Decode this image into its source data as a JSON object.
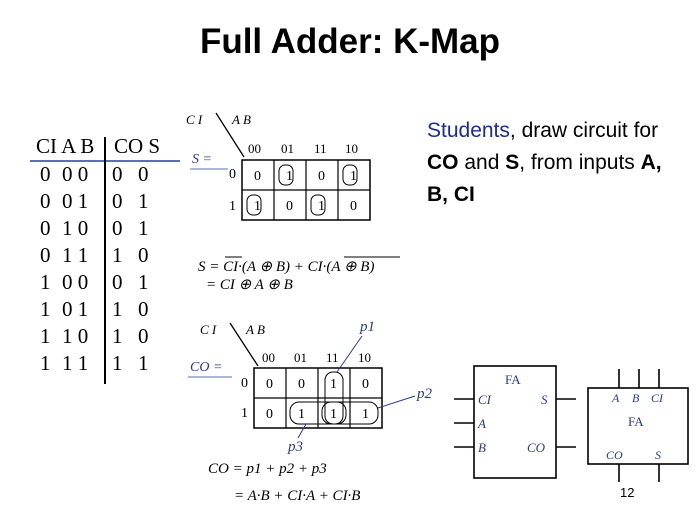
{
  "slide": {
    "title": "Full Adder: K-Map",
    "page_number": "12"
  },
  "truth_table": {
    "header_inputs": "CI A B",
    "header_outputs": "CO S",
    "rows": [
      {
        "ci": "0",
        "ab": "0 0",
        "co": "0",
        "s": "0"
      },
      {
        "ci": "0",
        "ab": "0 1",
        "co": "0",
        "s": "1"
      },
      {
        "ci": "0",
        "ab": "1 0",
        "co": "0",
        "s": "1"
      },
      {
        "ci": "0",
        "ab": "1 1",
        "co": "1",
        "s": "0"
      },
      {
        "ci": "1",
        "ab": "0 0",
        "co": "0",
        "s": "1"
      },
      {
        "ci": "1",
        "ab": "0 1",
        "co": "1",
        "s": "0"
      },
      {
        "ci": "1",
        "ab": "1 0",
        "co": "1",
        "s": "0"
      },
      {
        "ci": "1",
        "ab": "1 1",
        "co": "1",
        "s": "1"
      }
    ]
  },
  "kmap_s": {
    "row_var": "C I",
    "col_var": "A B",
    "output_label": "S =",
    "col_headers": [
      "00",
      "01",
      "11",
      "10"
    ],
    "row_headers": [
      "0",
      "1"
    ],
    "cells": [
      [
        "0",
        "1",
        "0",
        "1"
      ],
      [
        "1",
        "0",
        "1",
        "0"
      ]
    ]
  },
  "s_equation": {
    "line1": "S = CI·(A ⊕ B) + CI·(A ⊕ B)",
    "line2": "= CI ⊕ A ⊕ B"
  },
  "kmap_co": {
    "row_var": "C I",
    "col_var": "A B",
    "output_label": "CO =",
    "col_headers": [
      "00",
      "01",
      "11",
      "10"
    ],
    "row_headers": [
      "0",
      "1"
    ],
    "cells": [
      [
        "0",
        "0",
        "1",
        "0"
      ],
      [
        "0",
        "1",
        "1",
        "1"
      ]
    ],
    "group_labels": [
      "p1",
      "p2",
      "p3"
    ]
  },
  "co_equation": {
    "line1": "CO = p1 + p2 + p3",
    "line2": "= A·B + CI·A + CI·B"
  },
  "prompt": {
    "lead": "Students",
    "text1": ", draw circuit for ",
    "co": "CO",
    "and": " and ",
    "s": "S",
    "text2": ", from inputs ",
    "inputs": "A, B, CI"
  },
  "fa_block_large": {
    "title": "FA",
    "inputs": [
      "CI",
      "A",
      "B"
    ],
    "outputs": [
      "S",
      "CO"
    ]
  },
  "fa_block_small": {
    "title": "FA",
    "inputs": [
      "A",
      "B",
      "CI"
    ],
    "outputs": [
      "CO",
      "S"
    ]
  },
  "colors": {
    "accent_blue": "#1a2a9a",
    "figure_blue": "#2a3a8c",
    "rule_blue": "#5a6fb6"
  }
}
